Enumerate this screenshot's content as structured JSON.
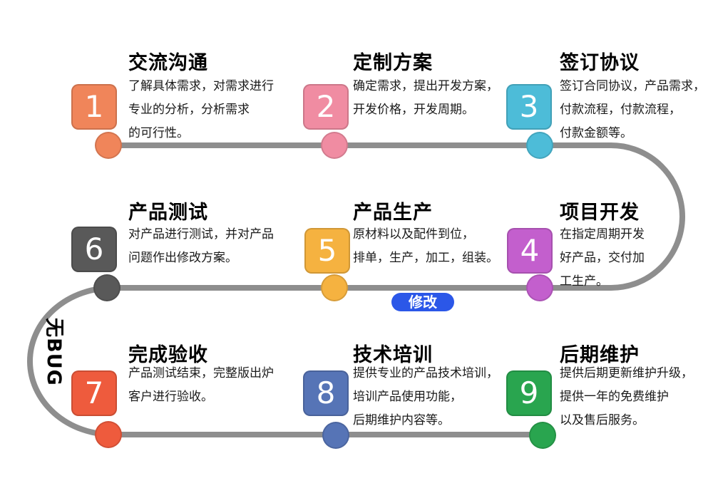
{
  "canvas": {
    "background": "#ffffff",
    "path_color": "#8e8e8e"
  },
  "steps": [
    {
      "number": "1",
      "title": "交流沟通",
      "color": "#f0855a",
      "lines": [
        "了解具体需求，对需求进行",
        "专业的分析，分析需求",
        "的可行性。"
      ]
    },
    {
      "number": "2",
      "title": "定制方案",
      "color": "#f08ca2",
      "lines": [
        "确定需求，提出开发方案，",
        "开发价格，开发周期。"
      ]
    },
    {
      "number": "3",
      "title": "签订协议",
      "color": "#4dbcd8",
      "lines": [
        "签订合同协议，产品需求，",
        "付款流程，付款流程，",
        "付款金额等。"
      ]
    },
    {
      "number": "4",
      "title": "项目开发",
      "color": "#c35fcd",
      "lines": [
        "在指定周期开发",
        "好产品，交付加",
        "工生产。"
      ]
    },
    {
      "number": "5",
      "title": "产品生产",
      "color": "#f5b240",
      "lines": [
        "原材料以及配件到位，",
        "排单，生产，加工，组装。"
      ]
    },
    {
      "number": "6",
      "title": "产品测试",
      "color": "#595959",
      "lines": [
        "对产品进行测试，并对产品",
        "问题作出修改方案。"
      ]
    },
    {
      "number": "7",
      "title": "完成验收",
      "color": "#ee5b3d",
      "lines": [
        "产品测试结束，完整版出炉",
        "客户进行验收。"
      ]
    },
    {
      "number": "8",
      "title": "技术培训",
      "color": "#5674b6",
      "lines": [
        "提供专业的产品技术培训，",
        "培训产品使用功能，",
        "后期维护内容等。"
      ]
    },
    {
      "number": "9",
      "title": "后期维护",
      "color": "#29a54f",
      "lines": [
        "提供后期更新维护升级，",
        "提供一年的免费维护",
        "以及售后服务。"
      ]
    }
  ],
  "annotations": {
    "modify_label": "修改",
    "modify_color": "#2b57e8",
    "no_bug_label": "无BUG"
  }
}
